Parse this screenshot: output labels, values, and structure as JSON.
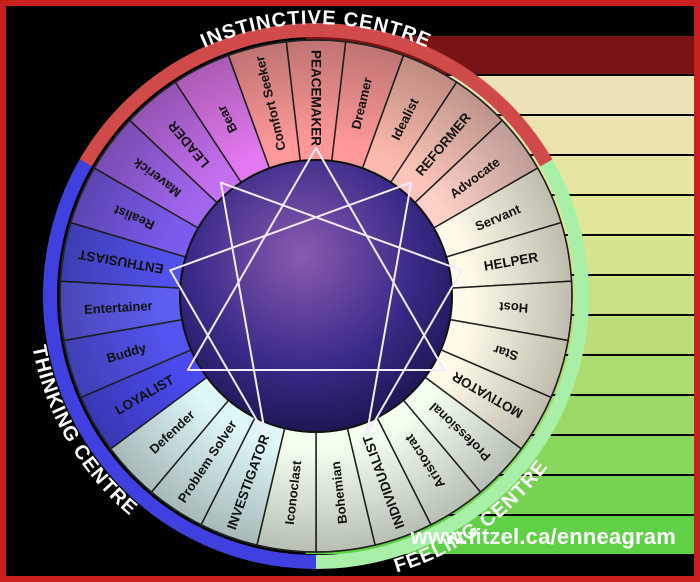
{
  "segments": [
    "PEACEMAKER",
    "Dreamer",
    "Idealist",
    "REFORMER",
    "Advocate",
    "Servant",
    "HELPER",
    "Host",
    "Star",
    "MOTIVATOR",
    "Professional",
    "Aristocrat",
    "INDIVIDUALIST",
    "Bohemian",
    "Iconoclast",
    "INVESTIGATOR",
    "Problem Solver",
    "Defender",
    "LOYALIST",
    "Buddy",
    "Entertainer",
    "ENTHUSIAST",
    "Realist",
    "Maverick",
    "LEADER",
    "Bear",
    "Comfort Seeker"
  ],
  "centres": {
    "instinctive": "INSTINCTIVE CENTRE",
    "feeling": "FEELING CENTRE",
    "thinking": "THINKING CENTRE"
  },
  "url": "www.fitzel.ca/enneagram",
  "colors": {
    "border": "#c81f1f",
    "background": "#000000",
    "instinctive_band": "#d04a4a",
    "feeling_band": "#a8f0a8",
    "thinking_band": "#4040e0",
    "centre_dark": "#1a1a5a"
  }
}
